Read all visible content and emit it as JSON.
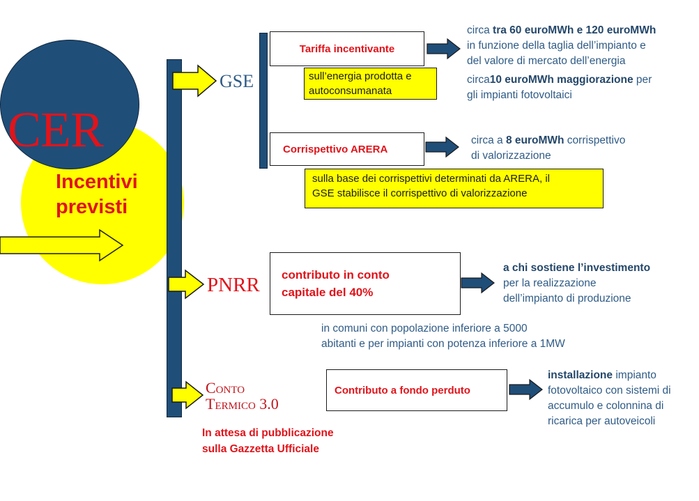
{
  "colors": {
    "navy": "#1f4e79",
    "yellow": "#ffff00",
    "red": "#e0141b",
    "blue_text": "#2f5b86"
  },
  "hub": {
    "acronym": "CER",
    "subtitle_line1": "Incentivi",
    "subtitle_line2": "previsti"
  },
  "branches": {
    "gse": {
      "label": "GSE",
      "tariffa": {
        "title": "Tariffa incentivante",
        "note_line1": "sull’energia prodotta e",
        "note_line2": "autoconsumanata",
        "desc1_pre": "circa ",
        "desc1_bold": "tra 60 euroMWh e 120 euroMWh",
        "desc1_line2": "in funzione della taglia dell’impianto e",
        "desc1_line3": "del valore di mercato dell’energia",
        "desc2_pre": "circa",
        "desc2_bold": "10 euroMWh maggiorazione",
        "desc2_post": " per",
        "desc2_line2": "gli impianti fotovoltaici"
      },
      "arera": {
        "title": "Corrispettivo ARERA",
        "desc_pre": "circa a ",
        "desc_bold": "8 euroMWh",
        "desc_post": " corrispettivo",
        "desc_line2": "di valorizzazione",
        "note_line1": "sulla base dei corrispettivi determinati da ARERA, il",
        "note_line2": "GSE stabilisce il corrispettivo di valorizzazione"
      }
    },
    "pnrr": {
      "label": "PNRR",
      "box_line1": "contributo in conto",
      "box_line2": "capitale del 40%",
      "desc_bold": "a chi sostiene l’investimento",
      "desc_line2": "per la realizzazione",
      "desc_line3": "dell’impianto di produzione",
      "note_line1": "in comuni con popolazione inferiore a 5000",
      "note_line2": "abitanti e per impianti con potenza inferiore a 1MW"
    },
    "conto_termico": {
      "label_line1": "Conto",
      "label_line2": "Termico 3.0",
      "status_line1": "In attesa di pubblicazione",
      "status_line2": "sulla Gazzetta Ufficiale",
      "box": "Contributo a fondo perduto",
      "desc_bold": "installazione",
      "desc_post": " impianto",
      "desc_line2": "fotovoltaico con sistemi di",
      "desc_line3": "accumulo e colonnina di",
      "desc_line4": "ricarica per autoveicoli"
    }
  }
}
